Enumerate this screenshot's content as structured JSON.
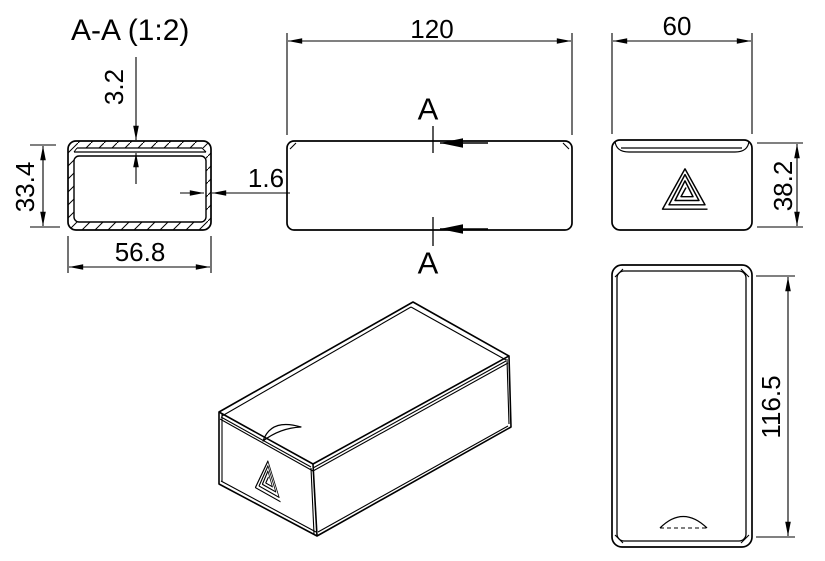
{
  "colors": {
    "line": "#000000",
    "background": "#ffffff"
  },
  "icons": {
    "logo": "triangle-spiral-logo"
  },
  "section_view": {
    "title": "A-A (1:2)",
    "dim_lid_thickness": "3.2",
    "dim_height": "33.4",
    "dim_width": "56.8",
    "dim_wall_thickness": "1.6"
  },
  "front_view": {
    "dim_length": "120",
    "section_label_top": "A",
    "section_label_bottom": "A"
  },
  "end_view": {
    "dim_width": "60",
    "dim_height": "38.2"
  },
  "plan_view": {
    "dim_length": "116.5"
  }
}
